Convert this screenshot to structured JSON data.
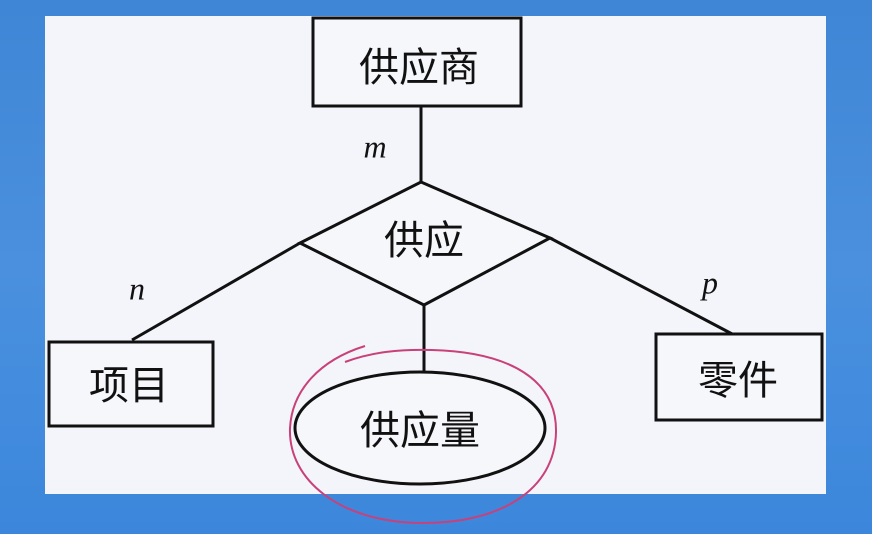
{
  "diagram": {
    "type": "er-diagram",
    "entities": [
      {
        "id": "supplier",
        "label": "供应商"
      },
      {
        "id": "project",
        "label": "项目"
      },
      {
        "id": "part",
        "label": "零件"
      }
    ],
    "relationship": {
      "id": "supply",
      "label": "供应"
    },
    "attribute": {
      "id": "supply-quantity",
      "label": "供应量",
      "highlighted": true
    },
    "cardinalities": {
      "supplier": "m",
      "project": "n",
      "part": "p"
    },
    "colors": {
      "background": "#4a90de",
      "slide": "#f4f5fa",
      "stroke": "#111111",
      "highlight_circle": "#c8417a"
    }
  }
}
